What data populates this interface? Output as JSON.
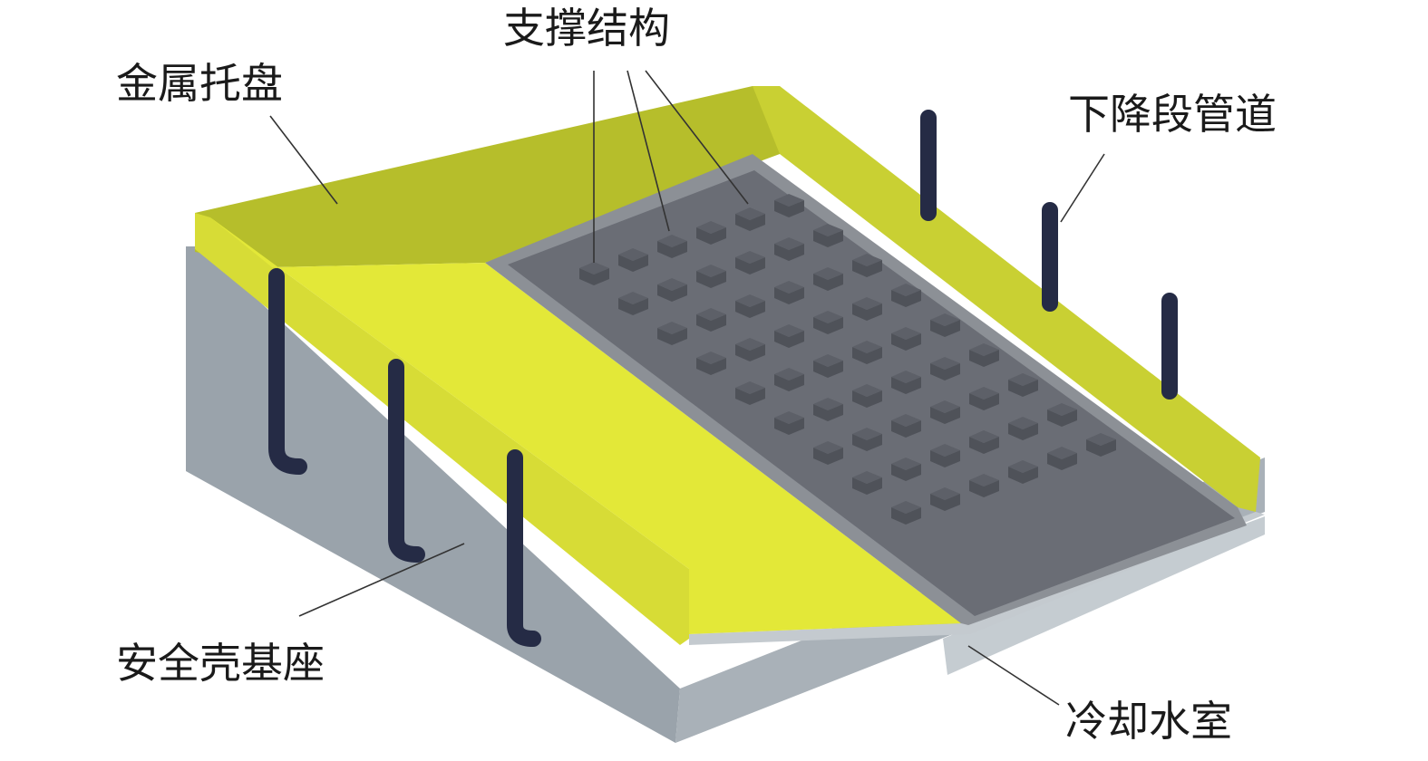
{
  "labels": {
    "metal_tray": "金属托盘",
    "support_structure": "支撑结构",
    "downcomer_pipe": "下降段管道",
    "containment_base": "安全壳基座",
    "cooling_water_chamber": "冷却水室"
  },
  "colors": {
    "tray_yellow": "#e3e838",
    "tray_yellow_shadow": "#b6be2b",
    "base_grey_front": "#9aa3ab",
    "base_grey_right": "#a9b1b8",
    "base_grey_top": "#b9c0c6",
    "floor_dark": "#6a6d75",
    "floor_dark_edge": "#8c9096",
    "support_block": "#4f5259",
    "pipe": "#252b45",
    "leader_line": "#333333"
  },
  "support_block_grid": {
    "rows": 6,
    "columns": 9
  },
  "downcomer_pipe_count": 6
}
